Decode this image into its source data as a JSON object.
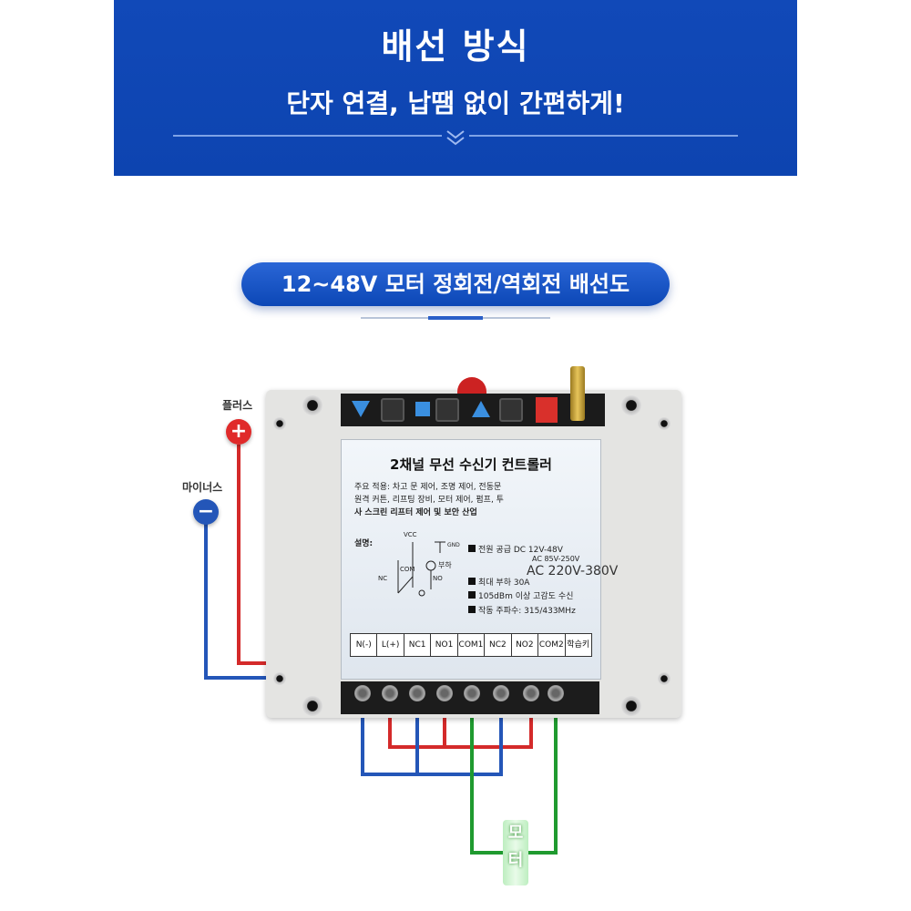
{
  "banner": {
    "title": "배선 방식",
    "subtitle": "단자 연결, 납땜 없이 간편하게!",
    "color": "#0d44b0"
  },
  "section": {
    "title": "12~48V 모터 정회전/역회전 배선도"
  },
  "labels": {
    "plus": "플러스",
    "minus": "마이너스",
    "plus_symbol": "+",
    "minus_symbol": "−",
    "motor": "모터"
  },
  "panel": {
    "title": "2채널 무선 수신기 컨트롤러",
    "line1": "주요 적용: 차고 문 제어, 조명 제어, 전동문",
    "line2": "원격 커튼, 리프팅 장비, 모터 제어, 펌프, 투",
    "line3": "사 스크린 리프터 제어 및 보안 산업",
    "desc_label": "설명:",
    "vcc": "VCC",
    "gnd": "GND",
    "load": "부하",
    "nc": "NC",
    "com": "COM",
    "no": "NO",
    "specs": {
      "power": "전원 공급 DC 12V-48V",
      "ac_small": "AC 85V-250V",
      "ac_big": "AC 220V-380V",
      "max_load": "최대 부하 30A",
      "sensitivity": "105dBm 이상 고감도 수신",
      "frequency": "작동 주파수: 315/433MHz"
    },
    "terminals": [
      "N(-)",
      "L(+)",
      "NC1",
      "NO1",
      "COM1",
      "NC2",
      "NO2",
      "COM2",
      "학습키"
    ]
  },
  "colors": {
    "red_wire": "#d42a2a",
    "blue_wire": "#2456b8",
    "green_wire": "#1f9a2f"
  }
}
